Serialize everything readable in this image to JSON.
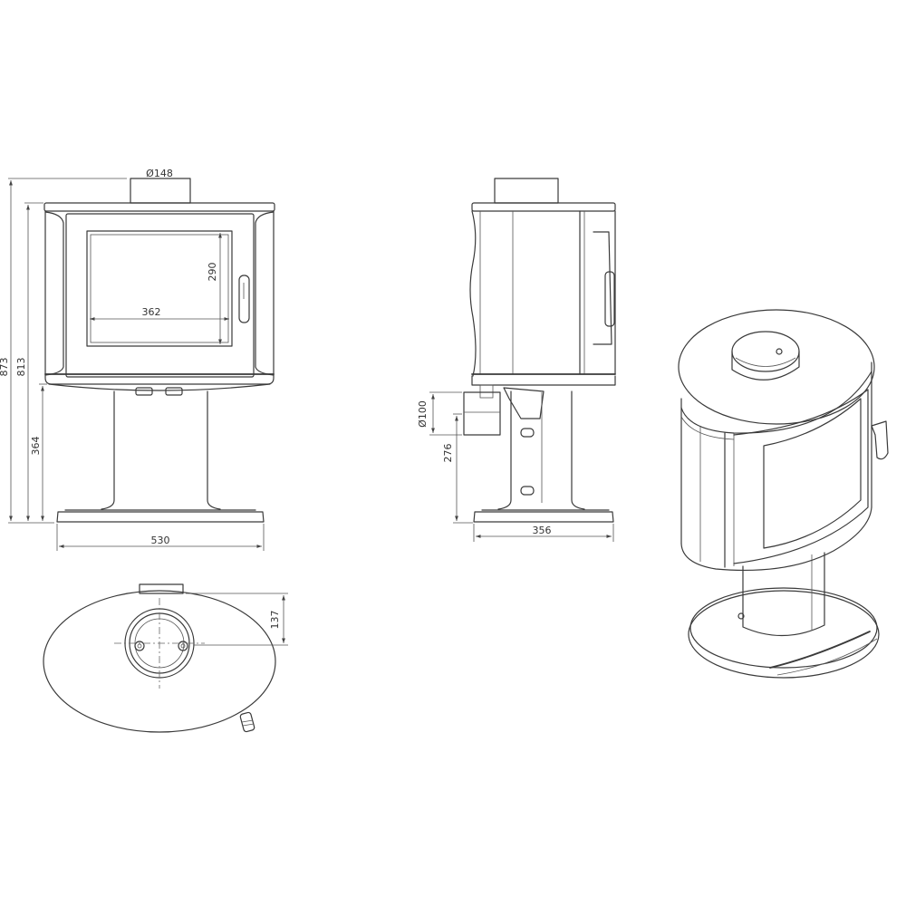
{
  "dimensions": {
    "flue_diameter_top": "Ø148",
    "overall_height": "873",
    "height_to_top": "813",
    "pedestal_height": "364",
    "glass_height": "290",
    "glass_width": "362",
    "base_width": "530",
    "side_flue_diameter": "Ø100",
    "side_flue_height": "276",
    "depth": "356",
    "flue_offset": "137"
  },
  "views": [
    "front-view",
    "side-view",
    "top-view",
    "isometric-view"
  ]
}
